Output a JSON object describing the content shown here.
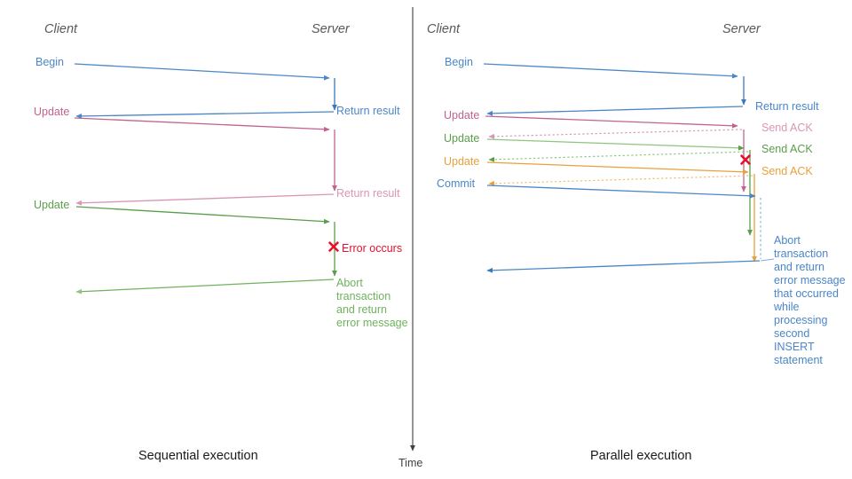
{
  "palette": {
    "blue": "#4a86c8",
    "blue_dark": "#3a77bd",
    "pink": "#c2638f",
    "pink_light": "#d996b6",
    "green": "#5a9e4a",
    "green_light": "#8fc47f",
    "orange": "#e8a13c",
    "orange_light": "#f0bd72",
    "red": "#e8112d",
    "axis": "#404040",
    "actor_text": "#595959",
    "caption_text": "#1a1a1a"
  },
  "time_axis": {
    "label": "Time"
  },
  "left_panel": {
    "caption": "Sequential execution",
    "actors": {
      "client": "Client",
      "server": "Server"
    },
    "messages": {
      "begin": "Begin",
      "update1": "Update",
      "update2": "Update",
      "return1": "Return result",
      "return2": "Return result",
      "error": "Error occurs",
      "abort": "Abort\ntransaction\nand return\nerror message"
    }
  },
  "right_panel": {
    "caption": "Parallel execution",
    "actors": {
      "client": "Client",
      "server": "Server"
    },
    "messages": {
      "begin": "Begin",
      "update1": "Update",
      "update2": "Update",
      "update3": "Update",
      "commit": "Commit",
      "return_result": "Return result",
      "ack1": "Send ACK",
      "ack2": "Send ACK",
      "ack3": "Send ACK",
      "abort": "Abort\ntransaction\nand return\nerror message\nthat occurred\nwhile\nprocessing\nsecond\nINSERT\nstatement"
    }
  }
}
